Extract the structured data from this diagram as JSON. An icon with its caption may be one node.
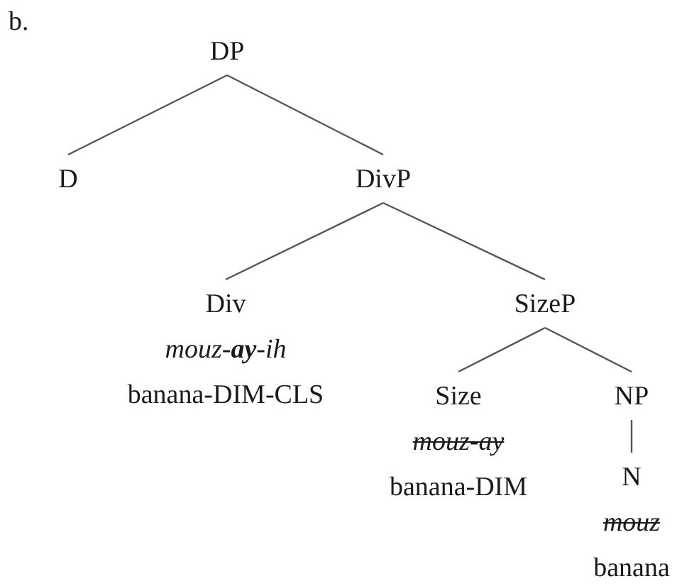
{
  "diagram": {
    "nodes": [
      {
        "text": [
          "DP"
        ]
      },
      {
        "text": [
          "D"
        ]
      },
      {
        "text": [
          "DivP"
        ]
      },
      {
        "text": [
          "Div",
          "mouz-**ay**-ih",
          "banana-DIM-CLS"
        ]
      },
      {
        "text": [
          "SizeP"
        ]
      },
      {
        "text": [
          "Size",
          "mouz-ay",
          "banana-DIM"
        ]
      },
      {
        "text": [
          "NP"
        ]
      },
      {
        "text": [
          "N",
          "mouz",
          "banana"
        ]
      }
    ],
    "edges": [
      {
        "from": 0,
        "to": 1,
        "arrow": "none"
      },
      {
        "from": 0,
        "to": 2,
        "arrow": "none"
      },
      {
        "from": 2,
        "to": 3,
        "arrow": "none"
      },
      {
        "from": 2,
        "to": 4,
        "arrow": "none"
      },
      {
        "from": 4,
        "to": 5,
        "arrow": "none"
      },
      {
        "from": 4,
        "to": 6,
        "arrow": "none"
      },
      {
        "from": 6,
        "to": 7,
        "arrow": "none"
      }
    ],
    "labels": [
      "b."
    ]
  }
}
